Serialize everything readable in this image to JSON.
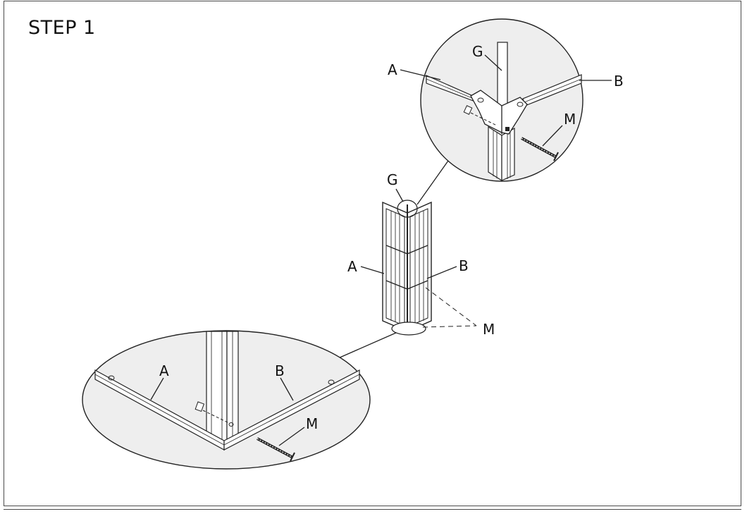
{
  "step": {
    "title": "STEP 1"
  },
  "colors": {
    "line": "#222222",
    "fill_zoom": "#eeeeee",
    "fill_part": "#ffffff"
  },
  "labels": {
    "top_zoom": {
      "a": "A",
      "b": "B",
      "g": "G",
      "m": "M"
    },
    "post": {
      "a": "A",
      "b": "B",
      "g": "G",
      "m": "M"
    },
    "bottom_zoom": {
      "a": "A",
      "b": "B",
      "m": "M"
    }
  }
}
